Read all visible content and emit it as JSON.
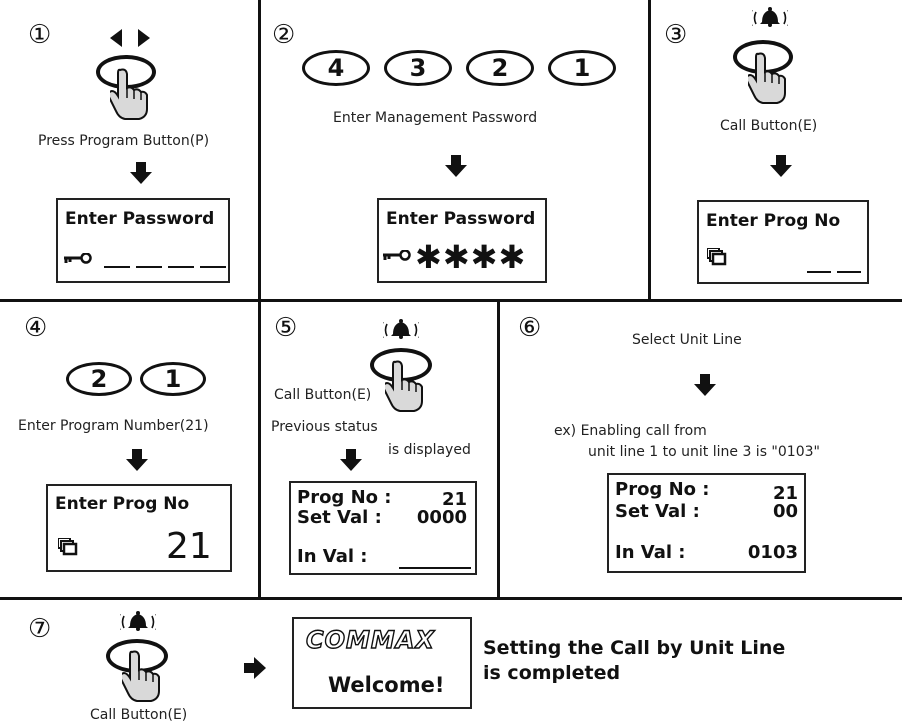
{
  "steps": {
    "s1": {
      "num": "①",
      "caption": "Press Program Button(P)",
      "lcd_title": "Enter Password"
    },
    "s2": {
      "num": "②",
      "digits": [
        "4",
        "3",
        "2",
        "1"
      ],
      "caption": "Enter Management Password",
      "lcd_title": "Enter Password",
      "lcd_value": "✱✱✱✱"
    },
    "s3": {
      "num": "③",
      "caption": "Call Button(E)",
      "lcd_title": "Enter Prog  No"
    },
    "s4": {
      "num": "④",
      "digits": [
        "2",
        "1"
      ],
      "caption": "Enter Program Number(21)",
      "lcd_title": "Enter Prog  No",
      "lcd_value": "21"
    },
    "s5": {
      "num": "⑤",
      "caption": "Call Button(E)",
      "status_line1": "Previous status",
      "status_line2": "is displayed",
      "lcd_prog_label": "Prog No :",
      "lcd_prog_value": "21",
      "lcd_set_label": "Set  Val  :",
      "lcd_set_value": "0000",
      "lcd_in_label": "In Val :"
    },
    "s6": {
      "num": "⑥",
      "caption": "Select Unit Line",
      "ex_line1": "ex) Enabling call from",
      "ex_line2": "unit line 1 to unit line 3 is \"0103\"",
      "lcd_prog_label": "Prog No :",
      "lcd_prog_value": "21",
      "lcd_set_label": "Set  Val  :",
      "lcd_set_value": "00",
      "lcd_in_label": "In Val :",
      "lcd_in_value": "0103"
    },
    "s7": {
      "num": "⑦",
      "caption": "Call Button(E)",
      "brand": "COMMAX",
      "welcome": "Welcome!",
      "done_line1": "Setting the Call by Unit Line",
      "done_line2": "is completed"
    }
  }
}
